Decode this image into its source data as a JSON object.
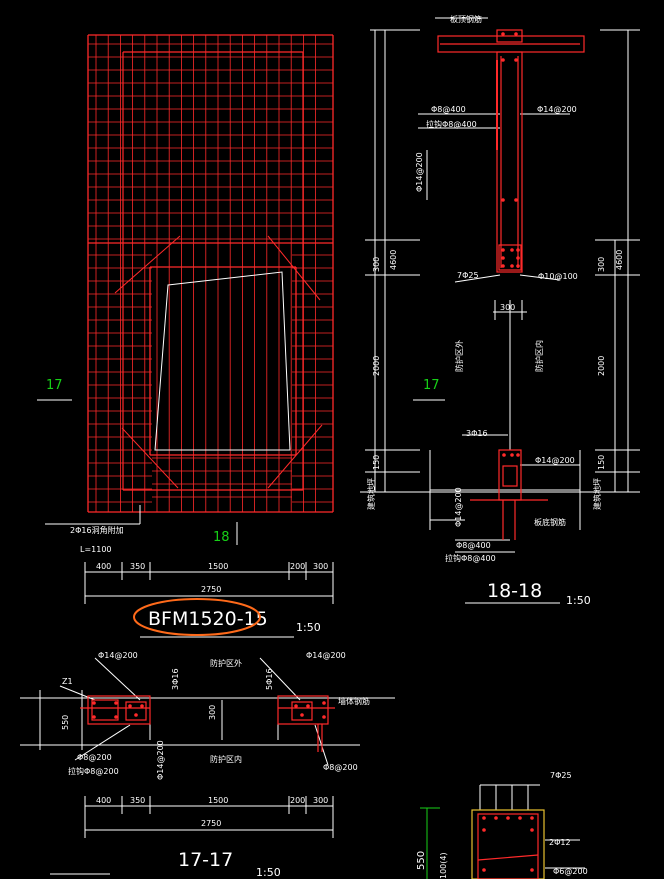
{
  "colors": {
    "background": "#000000",
    "rebar": "#ff2a2a",
    "dim": "#ffffff",
    "section_mark": "#17d017",
    "highlight": "#ff6a1a"
  },
  "top_plan": {
    "sec17_left": "17",
    "sec18": "18",
    "corner_bar": "2Φ16洞角附加",
    "L": "L=1100",
    "dims": [
      "400",
      "350",
      "1500",
      "200",
      "300"
    ],
    "total": "2750",
    "title": "BFM1520-15",
    "scale": "1:50"
  },
  "sec18_18": {
    "top_label": "板顶钢筋",
    "labels": [
      "Φ8@400",
      "Φ14@200",
      "拉钩Φ8@400",
      "Φ14@200",
      "7Φ25",
      "Φ10@100",
      "300",
      "防护区外",
      "防护区内",
      "3Φ16",
      "Φ14@200",
      "Φ14@200",
      "Φ8@400",
      "拉钩Φ8@400",
      "板底钢筋"
    ],
    "dims": [
      "300",
      "4600",
      "2000",
      "150",
      "300",
      "4600",
      "2000",
      "150"
    ],
    "left_side_label": "建筑地坪",
    "right_side_label": "建筑地坪",
    "sec17_mark": "17",
    "title": "18-18",
    "scale": "1:50"
  },
  "sec17_17": {
    "labels": [
      "Φ14@200",
      "Z1",
      "3Φ16",
      "防护区外",
      "5Φ16",
      "Φ14@200",
      "墙体钢筋",
      "550",
      "300",
      "Φ8@200",
      "拉钩Φ8@200",
      "Φ14@200",
      "防护区内",
      "Φ8@200"
    ],
    "dims": [
      "400",
      "350",
      "1500",
      "200",
      "300"
    ],
    "total": "2750",
    "title": "17-17",
    "scale": "1:50"
  },
  "sec_z1": {
    "labels": [
      "7Φ25",
      "2Φ12",
      "Φ6@200",
      "550",
      "100(4)"
    ]
  }
}
